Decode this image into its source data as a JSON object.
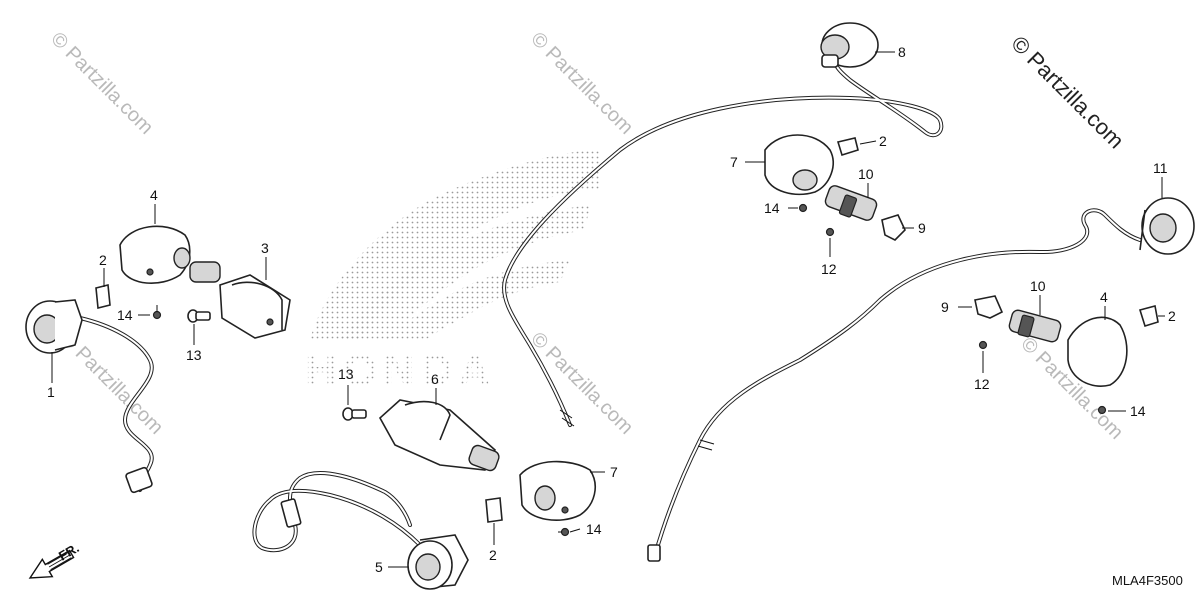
{
  "watermarks": {
    "brand_large": "© Partzilla.com",
    "brand_small": "© Partzilla.com",
    "honda_logo_text": "HONDA"
  },
  "diagram_code": "MLA4F3500",
  "front_indicator": "FR.",
  "callouts": [
    {
      "id": "c1",
      "text": "1"
    },
    {
      "id": "c2a",
      "text": "2"
    },
    {
      "id": "c2b",
      "text": "2"
    },
    {
      "id": "c2c",
      "text": "2"
    },
    {
      "id": "c2d",
      "text": "2"
    },
    {
      "id": "c3",
      "text": "3"
    },
    {
      "id": "c4a",
      "text": "4"
    },
    {
      "id": "c4b",
      "text": "4"
    },
    {
      "id": "c5",
      "text": "5"
    },
    {
      "id": "c6",
      "text": "6"
    },
    {
      "id": "c7a",
      "text": "7"
    },
    {
      "id": "c7b",
      "text": "7"
    },
    {
      "id": "c8",
      "text": "8"
    },
    {
      "id": "c9a",
      "text": "9"
    },
    {
      "id": "c9b",
      "text": "9"
    },
    {
      "id": "c10a",
      "text": "10"
    },
    {
      "id": "c10b",
      "text": "10"
    },
    {
      "id": "c11",
      "text": "11"
    },
    {
      "id": "c12a",
      "text": "12"
    },
    {
      "id": "c12b",
      "text": "12"
    },
    {
      "id": "c13a",
      "text": "13"
    },
    {
      "id": "c13b",
      "text": "13"
    },
    {
      "id": "c14a",
      "text": "14"
    },
    {
      "id": "c14b",
      "text": "14"
    },
    {
      "id": "c14c",
      "text": "14"
    },
    {
      "id": "c14d",
      "text": "14"
    }
  ]
}
